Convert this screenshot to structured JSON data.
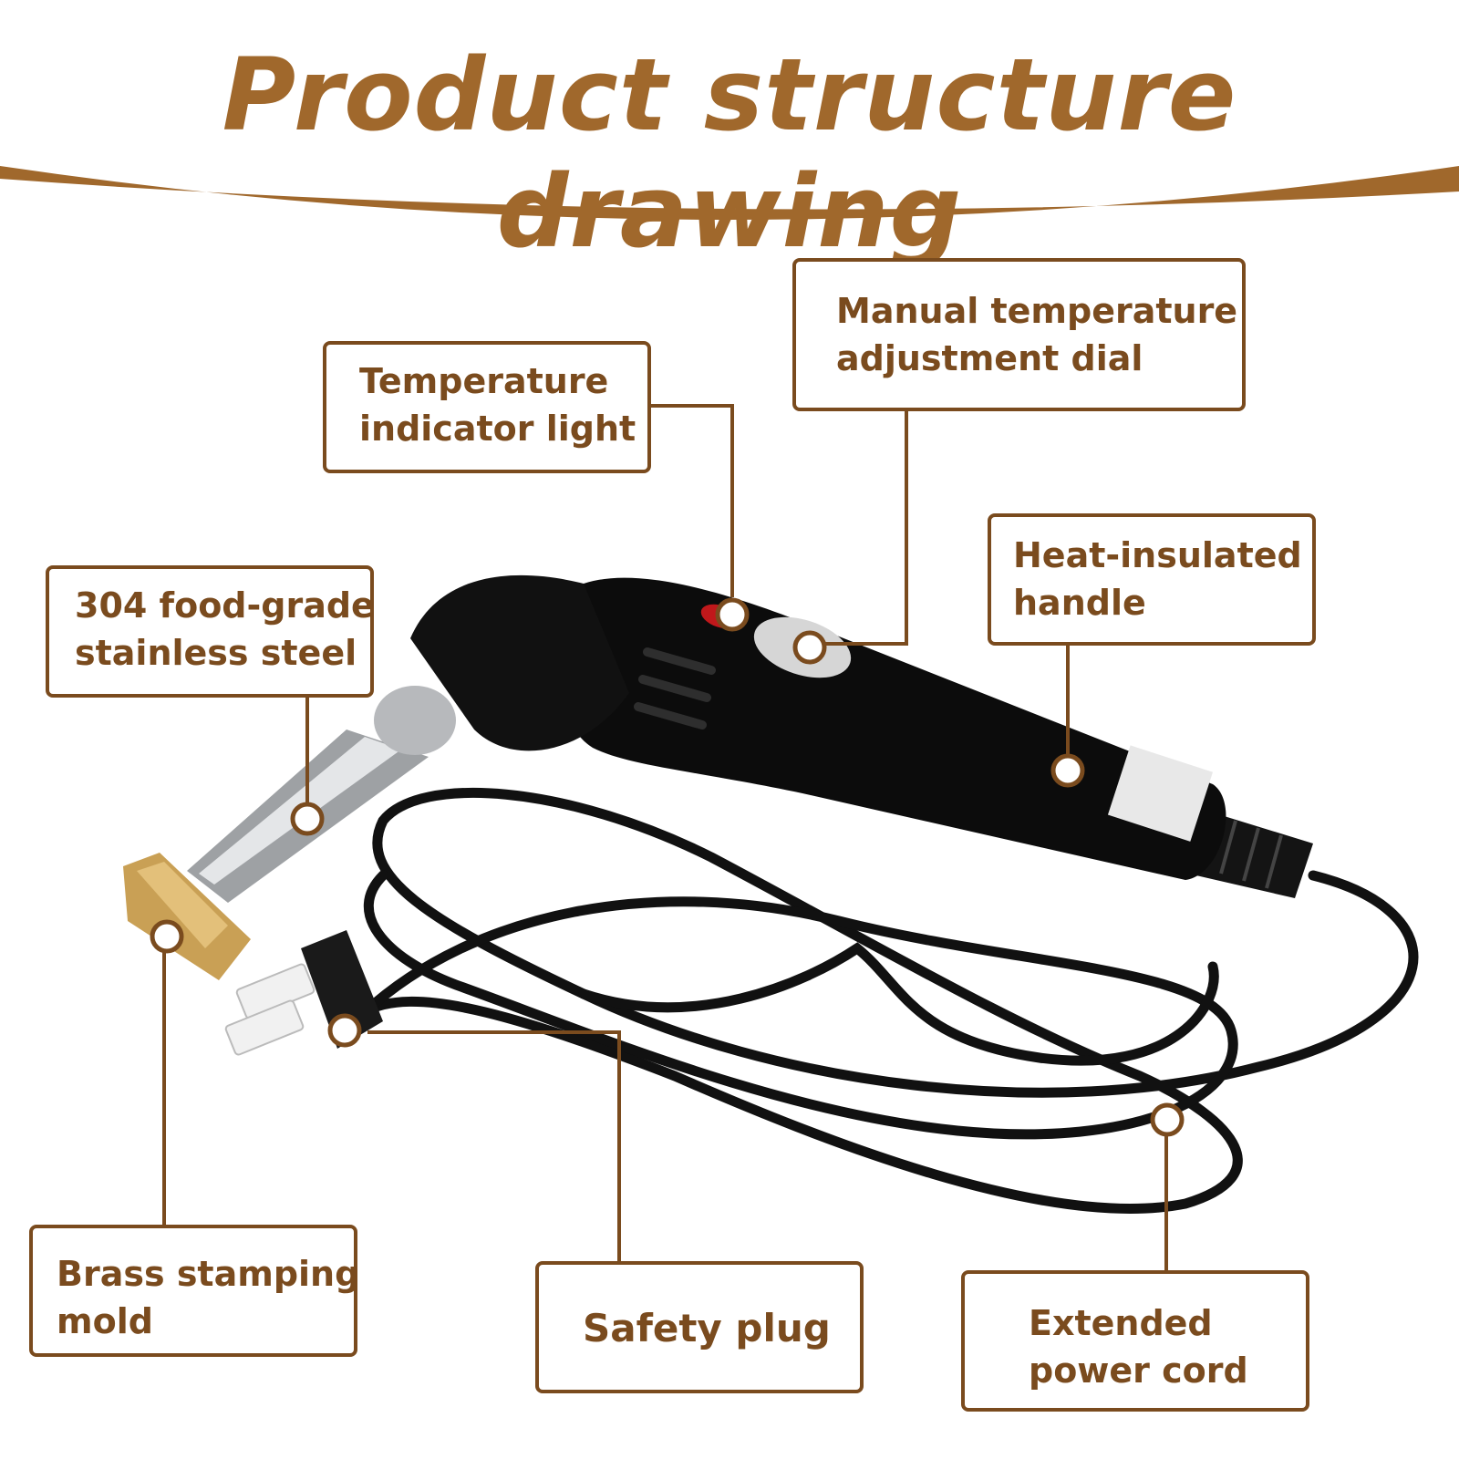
{
  "title": "Product structure drawing",
  "colors": {
    "title": "#a0682c",
    "accent_line": "#a0682c",
    "callout_border": "#7a4b1e",
    "callout_text": "#7a4b1e",
    "leader_line": "#7a4b1e",
    "marker_fill": "#ffffff"
  },
  "callouts": {
    "temperature_indicator_light": {
      "line1": "Temperature",
      "line2": "indicator light"
    },
    "manual_temperature_dial": {
      "line1": "Manual temperature",
      "line2": "adjustment dial"
    },
    "heat_insulated_handle": {
      "line1": "Heat-insulated",
      "line2": "handle"
    },
    "stainless_steel": {
      "line1": "304 food-grade",
      "line2": "stainless steel"
    },
    "brass_stamping_mold": {
      "line1": "Brass stamping",
      "line2": "mold"
    },
    "safety_plug": {
      "line1": "Safety plug"
    },
    "extended_power_cord": {
      "line1": "Extended",
      "line2": "power cord"
    }
  }
}
